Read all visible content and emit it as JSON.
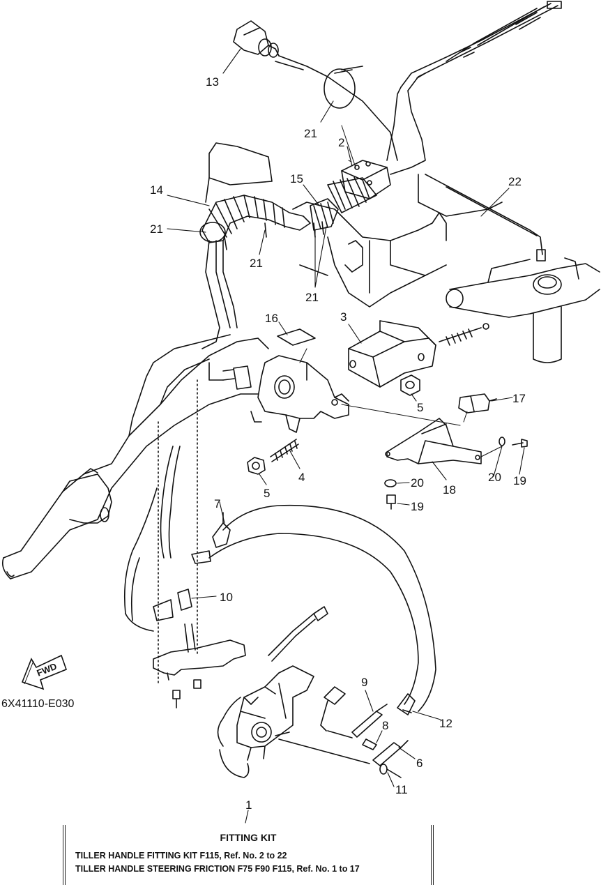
{
  "callouts": {
    "c1": "1",
    "c2": "2",
    "c3": "3",
    "c4": "4",
    "c5a": "5",
    "c5b": "5",
    "c6": "6",
    "c7": "7",
    "c8": "8",
    "c9": "9",
    "c10": "10",
    "c11": "11",
    "c12": "12",
    "c13": "13",
    "c14": "14",
    "c15": "15",
    "c16": "16",
    "c17": "17",
    "c18": "18",
    "c19a": "19",
    "c19b": "19",
    "c20a": "20",
    "c20b": "20",
    "c21a": "21",
    "c21b": "21",
    "c21c": "21",
    "c21d": "21",
    "c22": "22"
  },
  "fwd_label": "FWD",
  "drawing_id": "6X41110-E030",
  "kit": {
    "title": "FITTING KIT",
    "line1": "TILLER HANDLE FITTING KIT F115,  Ref. No. 2 to 22",
    "line2": "TILLER HANDLE STEERING FRICTION F75 F90 F115,  Ref. No. 1 to 17"
  },
  "colors": {
    "ink": "#111111",
    "background": "#ffffff"
  }
}
